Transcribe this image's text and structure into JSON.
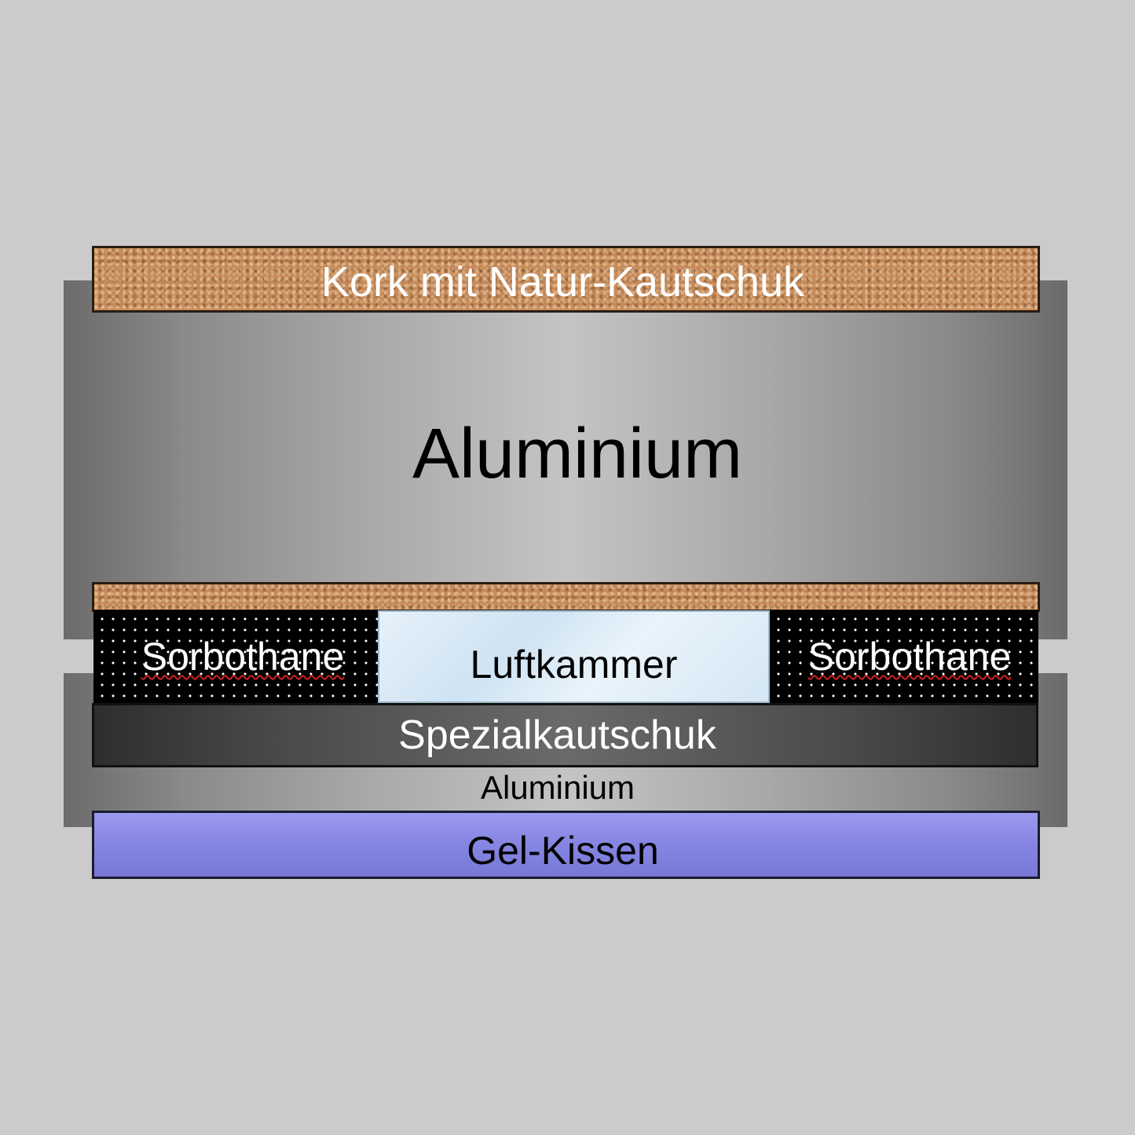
{
  "diagram": {
    "layers": {
      "cork_top": {
        "label": "Kork mit Natur-Kautschuk"
      },
      "aluminium_main": {
        "label": "Aluminium"
      },
      "sorbothane_left": {
        "label": "Sorbothane"
      },
      "air_chamber": {
        "label": "Luftkammer"
      },
      "sorbothane_right": {
        "label": "Sorbothane"
      },
      "special_rubber": {
        "label": "Spezialkautschuk"
      },
      "aluminium_lower": {
        "label": "Aluminium"
      },
      "gel_pad": {
        "label": "Gel-Kissen"
      }
    },
    "colors": {
      "background": "#cbcbcb",
      "cork": "#c4895a",
      "gel": "#8585e2",
      "sorbothane": "#000000",
      "air": "#e6f1fa"
    }
  }
}
